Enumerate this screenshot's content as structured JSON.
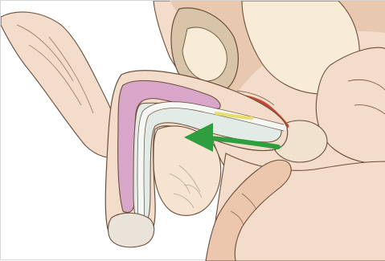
{
  "image": {
    "colors": {
      "background": "#ffffff",
      "frame_border": "#d6d6d6",
      "skin": "#f3dcc9",
      "skin_shadow": "#e7bfa5",
      "inner_skin": "#ecc7ad",
      "line": "#6b4f3d",
      "pelvis_fill": "#d8c4a8",
      "bladder": "#f8ecd6",
      "corpus_pink": "#d7a6c8",
      "urethra_fill": "#e3ebe7",
      "urethra_tube": "#f4f7f2",
      "yellow_duct": "#e8dd6a",
      "vas_red": "#c9472f",
      "arrow_green": "#2f9e3e",
      "testis_vein": "#b0a8a0"
    },
    "elements": [
      "left-thigh",
      "right-hip",
      "pelvic-bone",
      "bladder",
      "penis-shaft",
      "corpus-cavernosum",
      "urethra",
      "ejaculatory-duct",
      "vas-deferens",
      "green-flow-arrow",
      "testis",
      "examining-finger"
    ]
  }
}
